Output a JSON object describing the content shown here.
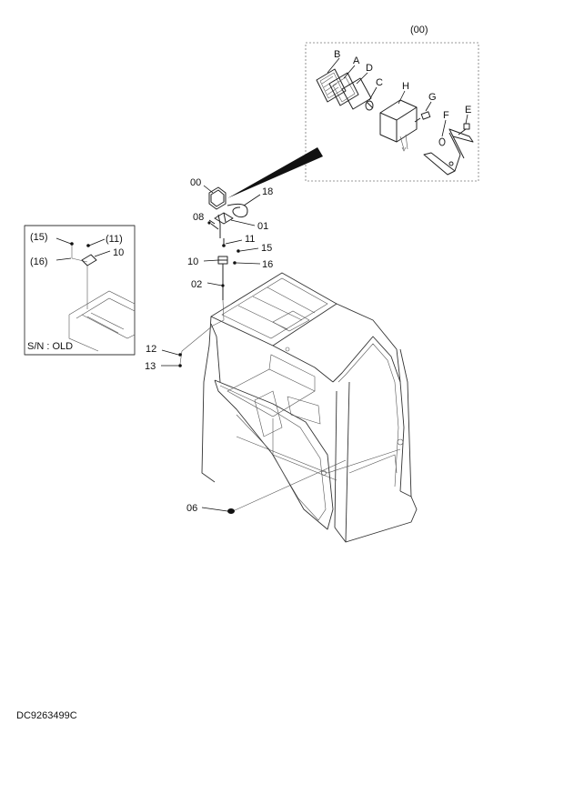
{
  "drawing": {
    "code": "DC9263499C",
    "inset_note": "S/N : OLD"
  },
  "callouts": {
    "assembly": "(00)",
    "B": "B",
    "A": "A",
    "D": "D",
    "C": "C",
    "H": "H",
    "G": "G",
    "F": "F",
    "E": "E",
    "p00": "00",
    "p18": "18",
    "p08": "08",
    "p01": "01",
    "p11": "11",
    "p15": "15",
    "p10": "10",
    "p16": "16",
    "p02": "02",
    "p12": "12",
    "p13": "13",
    "p06": "06",
    "inset_15": "(15)",
    "inset_11": "(11)",
    "inset_10": "10",
    "inset_16": "(16)"
  }
}
